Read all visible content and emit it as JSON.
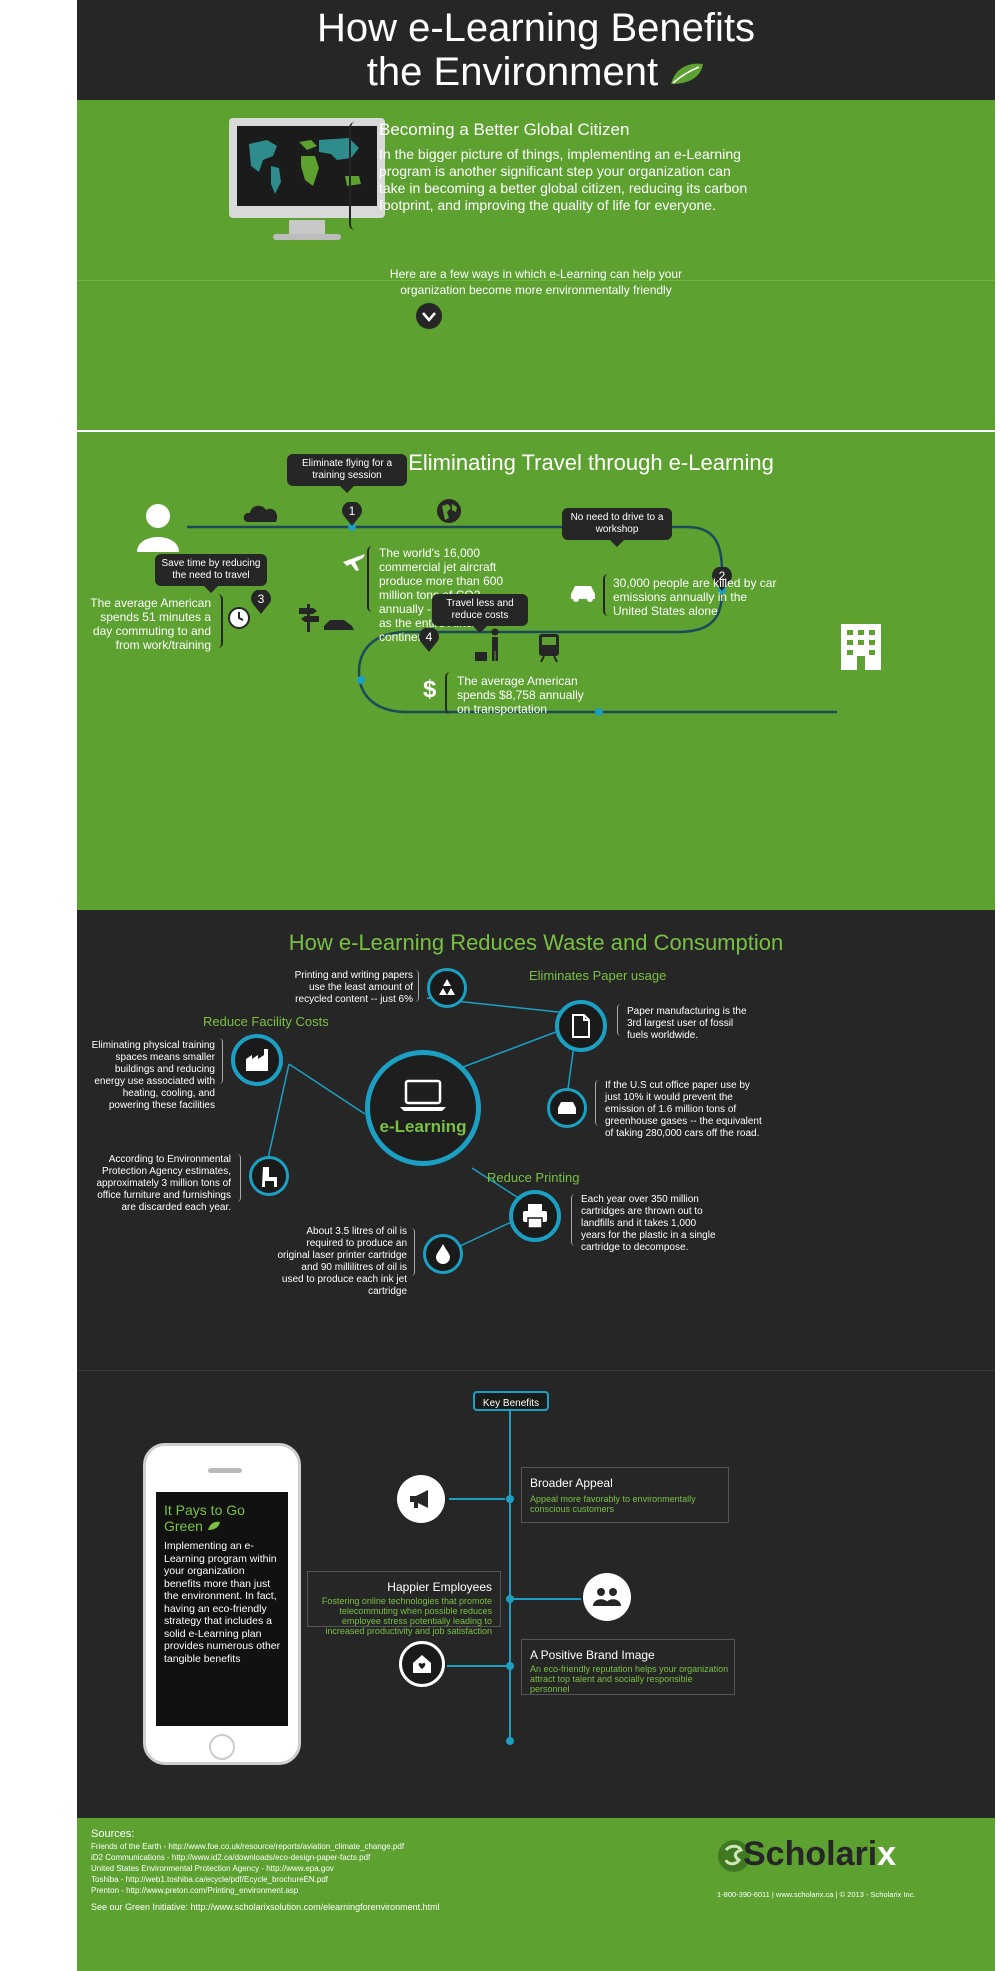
{
  "header": {
    "title_line1": "How e-Learning Benefits",
    "title_line2": "the Environment"
  },
  "intro": {
    "heading": "Becoming a Better Global Citizen",
    "body": "In the bigger picture of things, implementing an e-Learning program is another significant step your organization can take in becoming a better global citizen, reducing its carbon footprint, and improving the quality of life for everyone.",
    "lead_line1": "Here are a few ways in which e-Learning can help your",
    "lead_line2": "organization become more environmentally friendly"
  },
  "travel": {
    "title": "Benefits of Eliminating Travel through e-Learning",
    "step1_num": "1",
    "step1_bubble": "Eliminate flying for a training session",
    "step1_text": "The world's 16,000 commercial jet aircraft produce more than 600 million tons of CO2 annually - Almost as much as the entire African continent",
    "step2_num": "2",
    "step2_bubble": "No need to drive to a workshop",
    "step2_text": "30,000 people are killed by car emissions annually in the United States alone",
    "step3_num": "3",
    "step3_bubble": "Save time by reducing the need to travel",
    "step3_text": "The average American spends 51 minutes a day commuting to and from work/training",
    "step4_num": "4",
    "step4_bubble": "Travel less and reduce costs",
    "step4_text": "The average American spends $8,758 annually on transportation",
    "dollar": "$"
  },
  "waste": {
    "title": "How e-Learning Reduces Waste and Consumption",
    "center_label": "e-Learning",
    "recycle_text": "Printing and writing papers use the least amount of recycled content -- just 6%",
    "paper_label": "Eliminates Paper usage",
    "paper_text": "Paper manufacturing is the 3rd largest user of fossil fuels worldwide.",
    "car_text": "If the U.S cut office paper use by just 10% it would prevent the emission of 1.6 million tons of greenhouse gases -- the equivalent of taking 280,000 cars off the road.",
    "facility_label": "Reduce Facility Costs",
    "facility_text": "Eliminating physical training spaces means smaller buildings and reducing energy use associated with heating, cooling, and powering these facilities",
    "chair_text": "According to Environmental Protection Agency estimates, approximately 3 million tons of office furniture and furnishings are discarded each year.",
    "print_label": "Reduce Printing",
    "print_text": "Each year over 350 million cartridges are thrown out to landfills and it takes 1,000 years for the plastic in a single cartridge to decompose.",
    "oil_text": "About 3.5 litres of oil is required to produce an original laser printer cartridge and 90 millilitres of oil is used to produce each ink jet cartridge"
  },
  "benefits": {
    "phone_title": "It Pays to Go Green",
    "phone_body": "Implementing an e-Learning program within your organization benefits more than just the environment. In fact, having an eco-friendly strategy that includes a solid e-Learning plan provides numerous other tangible benefits",
    "key_label": "Key Benefits",
    "b1_title": "Broader Appeal",
    "b1_text": "Appeal more favorably to environmentally conscious customers",
    "b2_title": "Happier Employees",
    "b2_text": "Fostering online technologies that promote telecommuting when possible reduces employee stress potentially leading to increased productivity and job satisfaction",
    "b3_title": "A Positive Brand Image",
    "b3_text": "An eco-friendly reputation helps your organization attract top talent and socially responsible personnel"
  },
  "footer": {
    "sources_label": "Sources:",
    "sources": [
      "Friends of the Earth - http://www.foe.co.uk/resource/reports/aviation_climate_change.pdf",
      "iD2 Communications - http://www.id2.ca/downloads/eco-design-paper-facts.pdf",
      "United States Environmental Protection Agency - http://www.epa.gov",
      "Toshiba - http://web1.toshiba.ca/ecycle/pdf/Ecycle_brochureEN.pdf",
      "Prenton - http://www.preton.com/Printing_environment.asp"
    ],
    "initiative": "See our Green Initiative: http://www.scholarixsolution.com/elearningforenvironment.html",
    "brand_main": "Scholari",
    "brand_x": "x",
    "contact": "1-800-390-6011 | www.scholarix.ca | © 2013 - Scholarix Inc."
  },
  "colors": {
    "green": "#5da130",
    "dark": "#262626",
    "accent_blue": "#1ba0c4",
    "light_green_text": "#79c043"
  }
}
